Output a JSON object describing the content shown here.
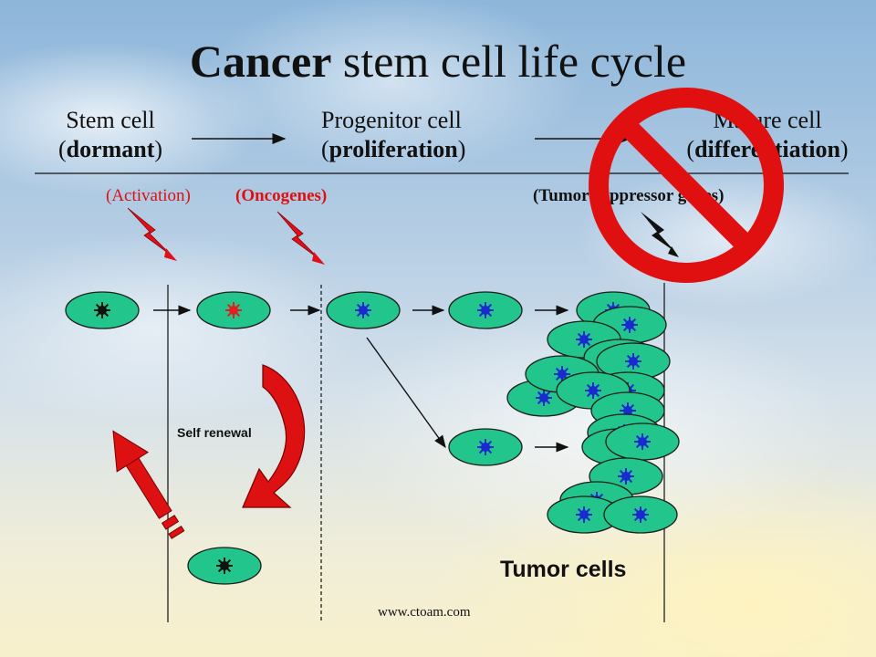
{
  "title": {
    "bold_part": "Cancer",
    "rest": " stem cell life cycle"
  },
  "stages": {
    "stem": {
      "name": "Stem cell",
      "state": "dormant"
    },
    "progenitor": {
      "name": "Progenitor cell",
      "state": "proliferation"
    },
    "mature": {
      "name": "Mature cell",
      "state": "differentiation"
    }
  },
  "labels": {
    "activation": "(Activation)",
    "oncogenes": "(Oncogenes)",
    "tumor_suppressor": "(Tumor suppressor genes)",
    "self_renewal": "Self renewal",
    "tumor_cells": "Tumor cells",
    "url": "www.ctoam.com"
  },
  "colors": {
    "cell_fill": "#22c58b",
    "nucleus_dark": "#111111",
    "nucleus_activated": "#e02020",
    "nucleus_blue": "#1a2ad0",
    "lightning": "#e0101a",
    "prohibition": "#e01010",
    "arrow_red": "#dd1111"
  }
}
